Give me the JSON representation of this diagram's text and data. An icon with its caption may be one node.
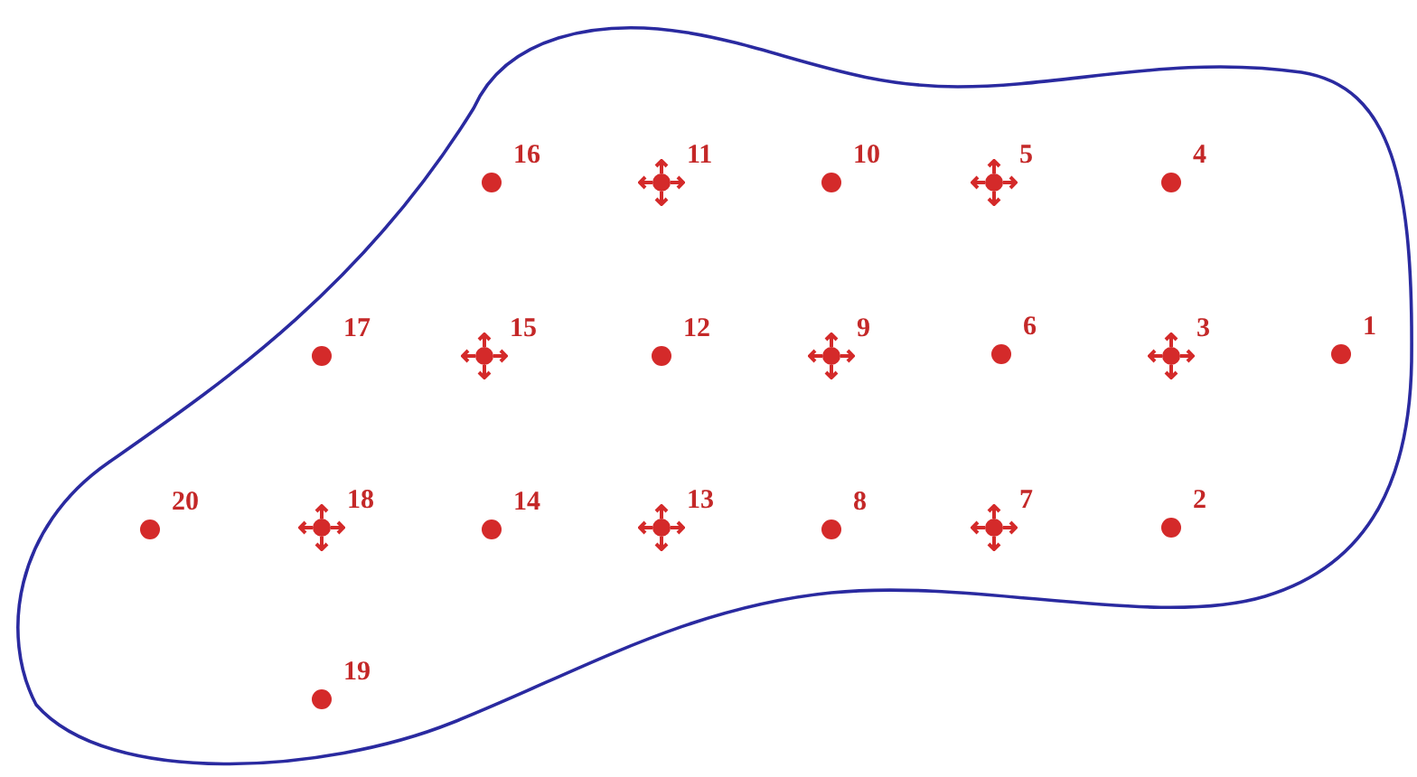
{
  "diagram": {
    "labels": [
      "16",
      "11",
      "10",
      "5",
      "4",
      "17",
      "15",
      "12",
      "9",
      "6",
      "3",
      "1",
      "20",
      "18",
      "14",
      "13",
      "8",
      "7",
      "2",
      "19"
    ]
  }
}
